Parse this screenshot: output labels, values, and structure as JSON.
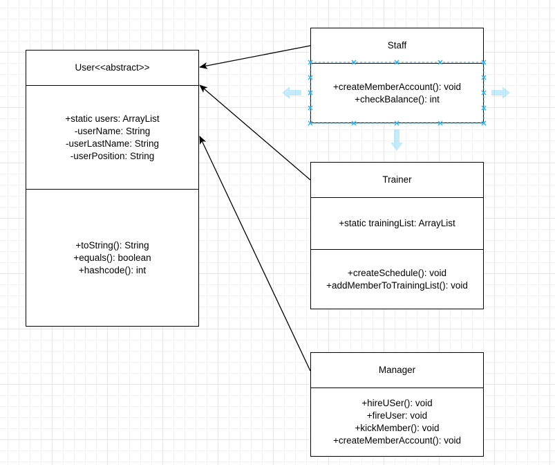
{
  "diagram": {
    "classes": [
      {
        "id": "user",
        "name": "User<<abstract>>",
        "attributes": [
          "+static users: ArrayList",
          "-userName: String",
          "-userLastName: String",
          "-userPosition: String"
        ],
        "methods": [
          "+toString(): String",
          "+equals(): boolean",
          "+hashcode(): int"
        ]
      },
      {
        "id": "staff",
        "name": "Staff",
        "methods": [
          "+createMemberAccount(): void",
          "+checkBalance(): int"
        ]
      },
      {
        "id": "trainer",
        "name": "Trainer",
        "attributes": [
          "+static trainingList: ArrayList"
        ],
        "methods": [
          "+createSchedule(): void",
          "+addMemberToTrainingList(): void"
        ]
      },
      {
        "id": "manager",
        "name": "Manager",
        "methods": [
          "+hireUSer(): void",
          "+fireUser: void",
          "+kickMember(): void",
          "+createMemberAccount(): void"
        ]
      }
    ],
    "relations": [
      {
        "from": "staff",
        "to": "user",
        "type": "association-arrow"
      },
      {
        "from": "trainer",
        "to": "user",
        "type": "association-arrow"
      },
      {
        "from": "manager",
        "to": "user",
        "type": "association-arrow"
      }
    ],
    "selected": "staff",
    "colors": {
      "selection": "#29b6f2",
      "stroke": "#000000",
      "grid": "#e6e6e6"
    }
  }
}
